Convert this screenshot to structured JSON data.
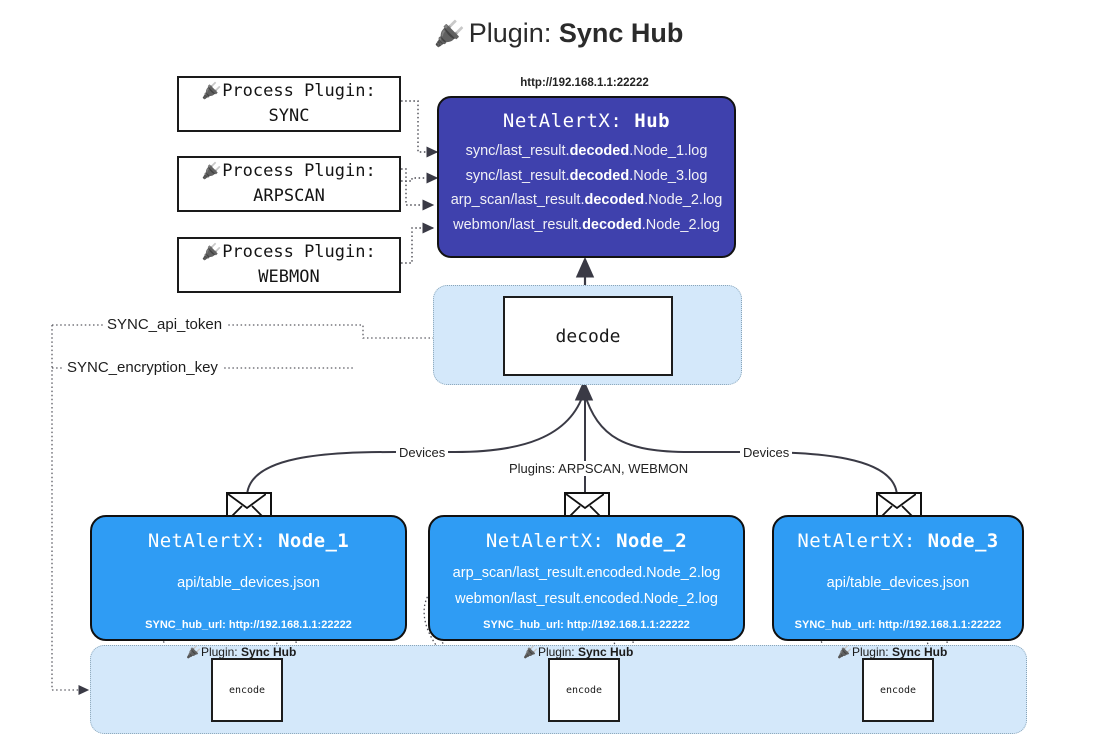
{
  "title": {
    "icon": "plug-icon",
    "prefix": "Plugin:",
    "name": "Sync Hub"
  },
  "process_plugins": [
    {
      "icon": "plug-icon",
      "label": "Process Plugin:",
      "name": "SYNC"
    },
    {
      "icon": "plug-icon",
      "label": "Process Plugin:",
      "name": "ARPSCAN"
    },
    {
      "icon": "plug-icon",
      "label": "Process Plugin:",
      "name": "WEBMON"
    }
  ],
  "hub": {
    "url": "http://192.168.1.1:22222",
    "title_prefix": "NetAlertX:",
    "title_name": "Hub",
    "logs": [
      {
        "pre": "sync/last_result.",
        "mid": "decoded",
        "post": ".Node_1.log"
      },
      {
        "pre": "sync/last_result.",
        "mid": "decoded",
        "post": ".Node_3.log"
      },
      {
        "pre": "arp_scan/last_result.",
        "mid": "decoded",
        "post": ".Node_2.log"
      },
      {
        "pre": "webmon/last_result.",
        "mid": "decoded",
        "post": ".Node_2.log"
      }
    ]
  },
  "decode": {
    "label": "decode"
  },
  "keys": {
    "api_token": "SYNC_api_token",
    "encryption_key": "SYNC_encryption_key"
  },
  "edge_labels": {
    "devices_left": "Devices",
    "devices_right": "Devices",
    "plugins_center": "Plugins: ARPSCAN, WEBMON"
  },
  "nodes": [
    {
      "title_prefix": "NetAlertX:",
      "title_name": "Node_1",
      "lines": [
        "api/table_devices.json"
      ],
      "hub_url": "SYNC_hub_url: http://192.168.1.1:22222"
    },
    {
      "title_prefix": "NetAlertX:",
      "title_name": "Node_2",
      "lines": [
        "arp_scan/last_result.encoded.Node_2.log",
        "webmon/last_result.encoded.Node_2.log"
      ],
      "hub_url": "SYNC_hub_url: http://192.168.1.1:22222"
    },
    {
      "title_prefix": "NetAlertX:",
      "title_name": "Node_3",
      "lines": [
        "api/table_devices.json"
      ],
      "hub_url": "SYNC_hub_url: http://192.168.1.1:22222"
    }
  ],
  "encoders": [
    {
      "plugin_prefix": "Plugin:",
      "plugin_name": "Sync Hub",
      "label": "encode"
    },
    {
      "plugin_prefix": "Plugin:",
      "plugin_name": "Sync Hub",
      "label": "encode"
    },
    {
      "plugin_prefix": "Plugin:",
      "plugin_name": "Sync Hub",
      "label": "encode"
    }
  ],
  "colors": {
    "hub_fill": "#3f41ad",
    "node_fill": "#2f9cf4",
    "container_fill": "#d4e8fa",
    "stroke": "#1a1a1a"
  }
}
